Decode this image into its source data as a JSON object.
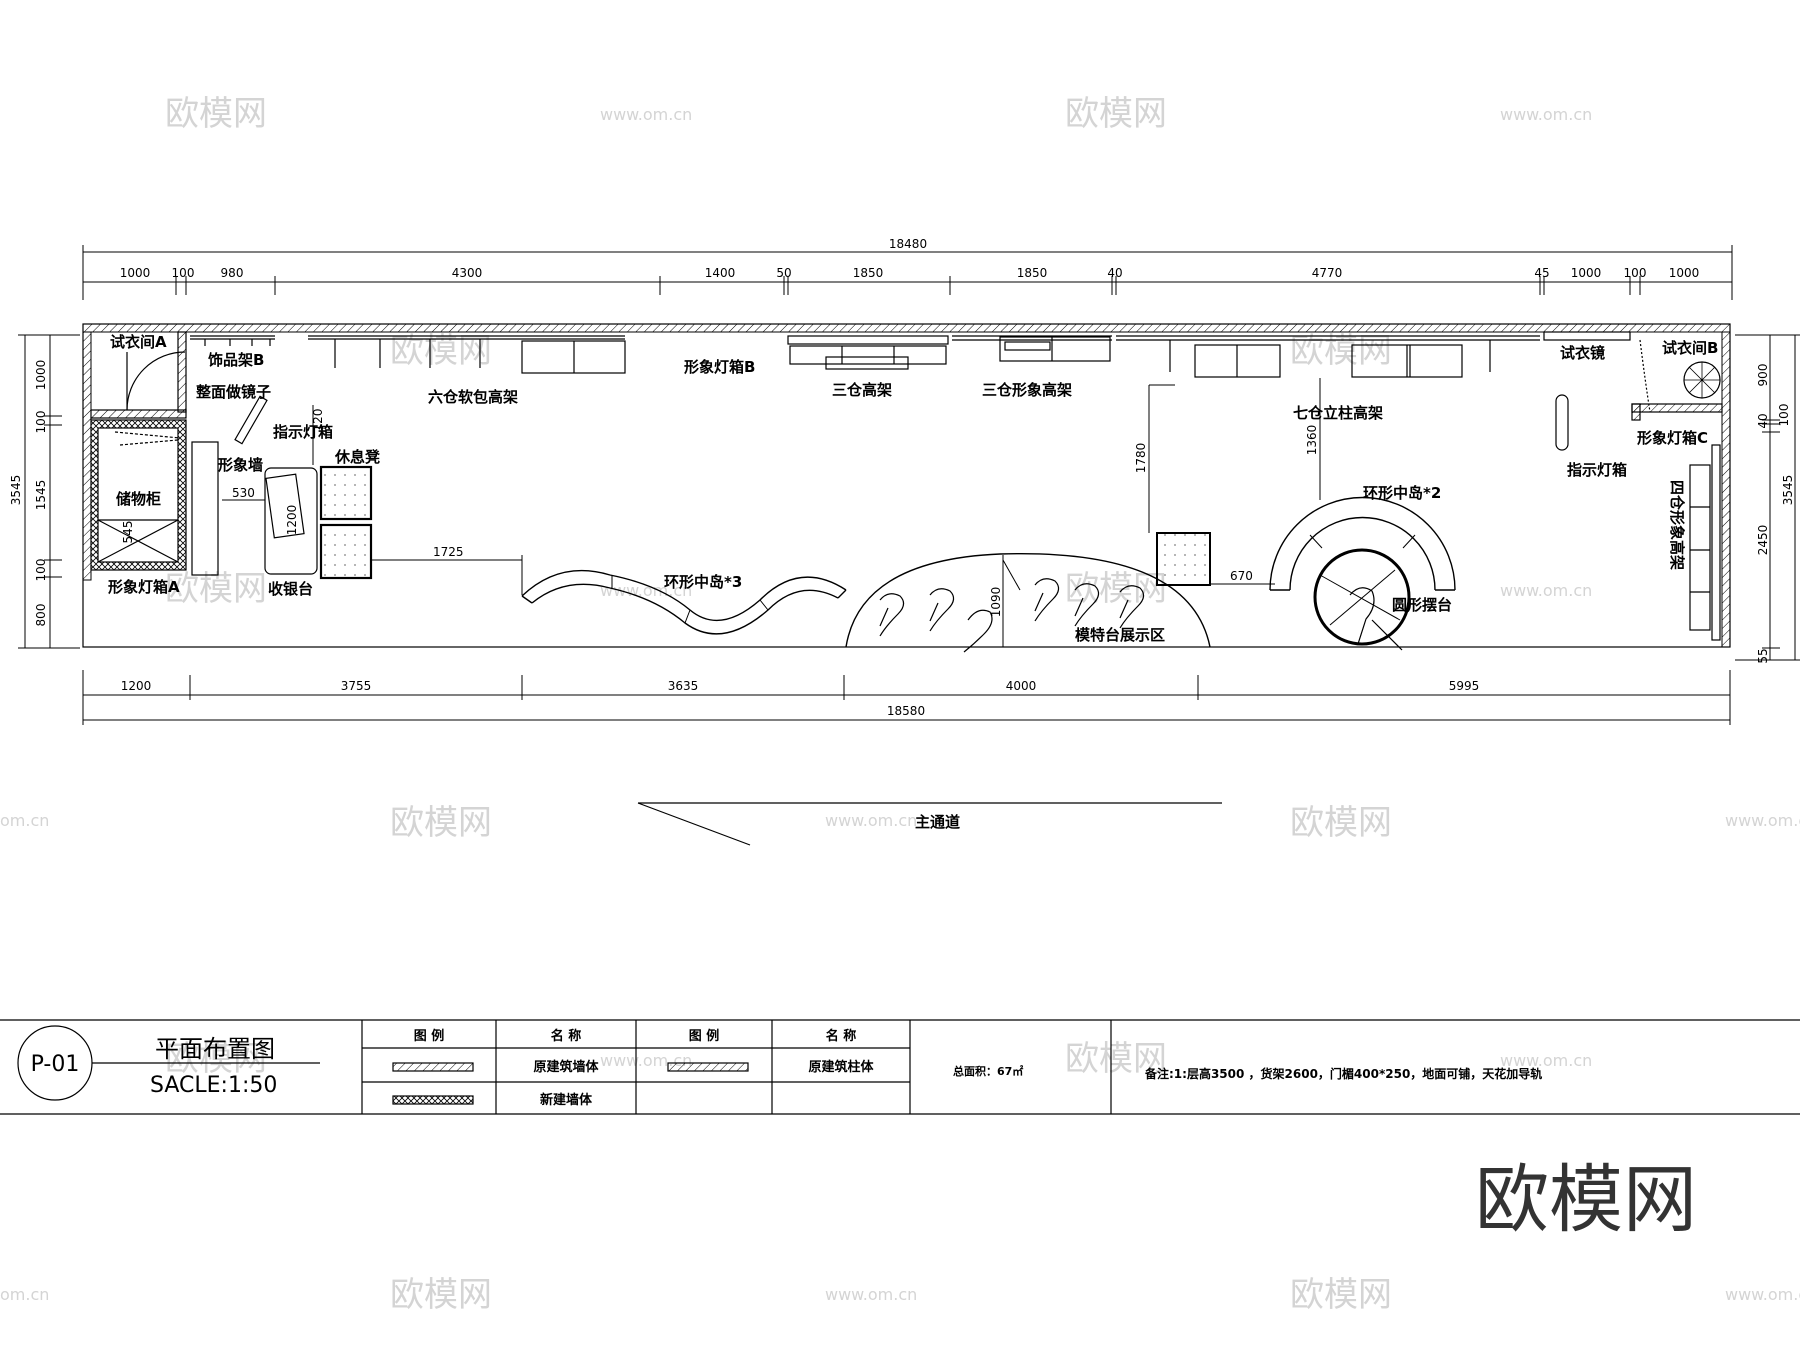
{
  "watermarks": {
    "brand": "欧模网",
    "url": "www.om.cn",
    "url_short": "om.cn",
    "corner_logo": "欧模网"
  },
  "dimensions": {
    "top_total": "18480",
    "top_segments": [
      "1000",
      "100",
      "980",
      "4300",
      "1400",
      "50",
      "1850",
      "1850",
      "40",
      "4770",
      "45",
      "1000",
      "100",
      "1000"
    ],
    "bottom_segments": [
      "1200",
      "3755",
      "3635",
      "4000",
      "5995"
    ],
    "bottom_total": "18580",
    "left_total": "3545",
    "left_segments": [
      "1000",
      "100",
      "1545",
      "100",
      "800"
    ],
    "right_total": "3545",
    "right_segments": [
      "900",
      "40",
      "100",
      "2450",
      "55"
    ],
    "inner": {
      "d120": "120",
      "d530": "530",
      "d545": "545",
      "d1200": "1200",
      "d1725": "1725",
      "d1780": "1780",
      "d1360": "1360",
      "d670": "670",
      "d1090": "1090"
    }
  },
  "labels": {
    "fitting_room_a": "试衣间A",
    "accessory_rack_b": "饰品架B",
    "full_mirror": "整面做镜子",
    "sign_lightbox_left": "指示灯箱",
    "image_wall": "形象墙",
    "rest_stool": "休息凳",
    "storage_cabinet": "储物柜",
    "cashier": "收银台",
    "lightbox_a": "形象灯箱A",
    "six_bay_rack": "六仓软包高架",
    "lightbox_b": "形象灯箱B",
    "three_bay_rack": "三仓高架",
    "three_bay_image_rack": "三仓形象高架",
    "seven_bay_rack": "七仓立柱高架",
    "ring_island_3": "环形中岛*3",
    "model_stage": "模特台展示区",
    "ring_island_2": "环形中岛*2",
    "round_table": "圆形摆台",
    "fitting_mirror": "试衣镜",
    "fitting_room_b": "试衣间B",
    "lightbox_c": "形象灯箱C",
    "sign_lightbox_right": "指示灯箱",
    "four_bay_image_rack": "四仓形象高架",
    "main_aisle": "主通道"
  },
  "title_block": {
    "sheet_no": "P-01",
    "title": "平面布置图",
    "scale": "SACLE:1:50",
    "legend_header_symbol": "图 例",
    "legend_header_name": "名 称",
    "legend_items": [
      {
        "name": "原建筑墙体"
      },
      {
        "name": "新建墙体"
      },
      {
        "name": "原建筑柱体"
      }
    ],
    "total_area": "总面积：67㎡",
    "remarks": "备注:1:层高3500 ，货架2600，门楣400*250，地面可铺，天花加导轨"
  }
}
